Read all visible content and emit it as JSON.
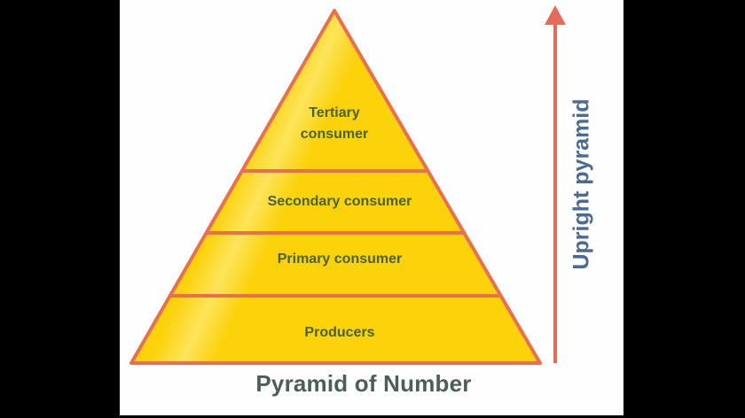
{
  "diagram": {
    "title": "Pyramid of Number",
    "side_label": "Upright pyramid",
    "colors": {
      "fill": "#fcd20a",
      "outline": "#e8704d",
      "arrow": "#e46b5a",
      "label_text": "#4a6332",
      "title_text": "#4c5f55",
      "side_text": "#4b6a94",
      "background": "#fdfefd"
    },
    "tiers": [
      {
        "line1": "Tertiary",
        "line2": "consumer"
      },
      {
        "line1": "Secondary consumer"
      },
      {
        "line1": "Primary consumer"
      },
      {
        "line1": "Producers"
      }
    ],
    "arrow_direction": "up"
  }
}
